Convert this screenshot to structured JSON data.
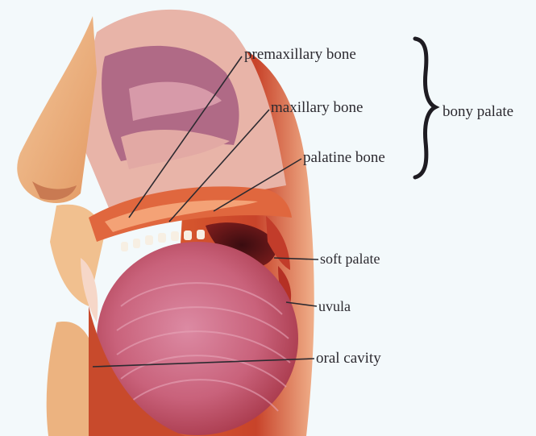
{
  "labels": {
    "premaxillary": "premaxillary bone",
    "maxillary": "maxillary bone",
    "palatine": "palatine bone",
    "bony_palate": "bony palate",
    "soft_palate": "soft palate",
    "uvula": "uvula",
    "oral_cavity": "oral cavity"
  },
  "colors": {
    "background": "#f3f9fb",
    "skin": "#e9a978",
    "nasal_mucosa": "#b86f86",
    "muscle": "#c8412a",
    "tongue": "#c96b86",
    "leader_line": "#2c2a30"
  }
}
